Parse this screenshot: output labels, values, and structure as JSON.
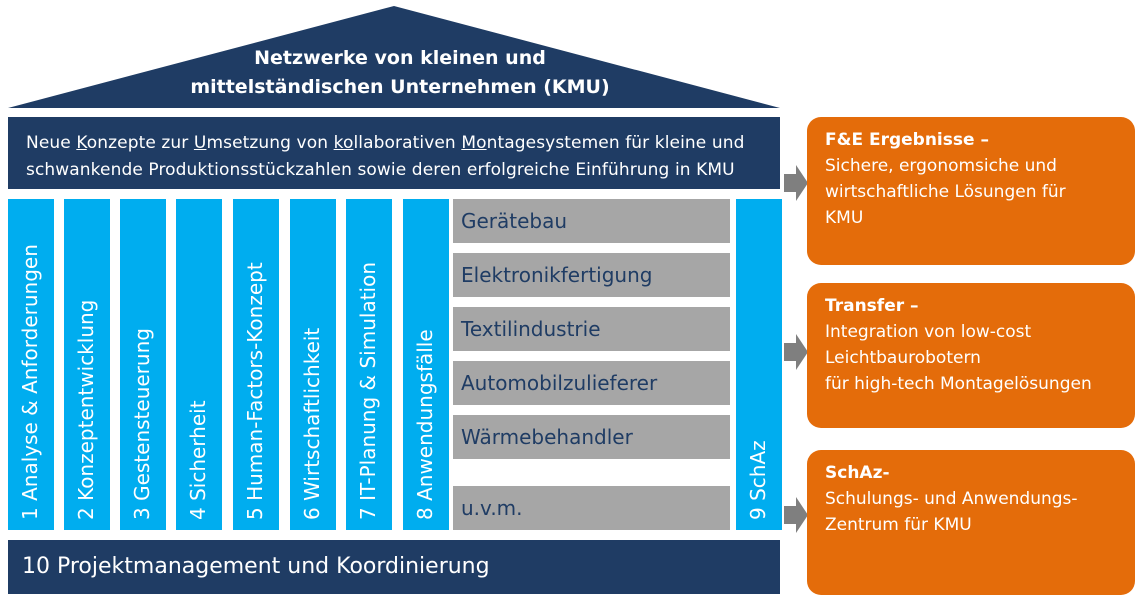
{
  "roof": {
    "title_line1": "Netzwerke von kleinen und",
    "title_line2": "mittelständischen Unternehmen (KMU)"
  },
  "banner": {
    "line1_parts": [
      "Neue ",
      "K",
      "onzepte zur ",
      "U",
      "msetzung von ",
      "ko",
      "llaborativen ",
      "Mo",
      "ntagesystemen für kleine und"
    ],
    "line2": "schwankende Produktionsstückzahlen sowie deren erfolgreiche Einführung in KMU"
  },
  "pillars": [
    "1 Analyse & Anforderungen",
    "2 Konzeptentwicklung",
    "3 Gestensteuerung",
    "4 Sicherheit",
    "5 Human-Factors-Konzept",
    "6 Wirtschaftlichkeit",
    "7 IT-Planung & Simulation",
    "8 Anwendungsfälle"
  ],
  "use_cases": [
    "Gerätebau",
    "Elektronikfertigung",
    "Textilindustrie",
    "Automobilzulieferer",
    "Wärmebehandler",
    "u.v.m."
  ],
  "pillar9": "9 SchAz",
  "footer": "10 Projektmanagement und Koordinierung",
  "results": [
    {
      "heading": "F&E Ergebnisse –",
      "lines": [
        "Sichere, ergonomsiche und",
        "wirtschaftliche Lösungen für",
        "KMU"
      ]
    },
    {
      "heading": "Transfer –",
      "lines": [
        "Integration von low-cost",
        "Leichtbaurobotern",
        "für high-tech Montagelösungen"
      ]
    },
    {
      "heading": "SchAz-",
      "lines": [
        "Schulungs- und Anwendungs-",
        "Zentrum für KMU"
      ]
    }
  ],
  "colors": {
    "navy": "#1f3c64",
    "pillar_blue": "#00adef",
    "gray": "#a6a6a6",
    "orange": "#e46c0a",
    "arrow_gray": "#7f7f7f"
  }
}
